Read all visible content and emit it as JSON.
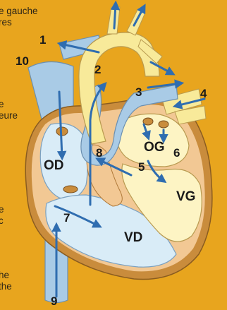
{
  "side_text": {
    "line1": "e gauche",
    "line2": "res",
    "line3": "e",
    "line4": "eure",
    "line5": "e",
    "line6": "c",
    "line7": "he",
    "line8": "the"
  },
  "labels": {
    "n1": "1",
    "n2": "2",
    "n3": "3",
    "n4": "4",
    "n5": "5",
    "n6": "6",
    "n7": "7",
    "n8": "8",
    "n9": "9",
    "n10": "10",
    "od": "OD",
    "og": "OG",
    "vd": "VD",
    "vg": "VG"
  },
  "colors": {
    "background": "#e8a51e",
    "heart_outer": "#c98c3c",
    "myocardium": "#f2c894",
    "right_chambers": "#d9ecf7",
    "left_chambers": "#fdf4c4",
    "blue_vessel": "#a9cbe6",
    "yellow_vessel": "#f8ea9a",
    "arrow": "#2f6db0"
  }
}
